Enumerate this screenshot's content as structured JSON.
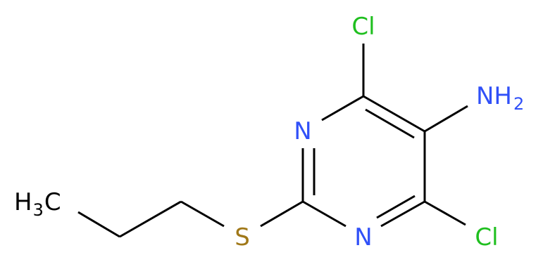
{
  "molecule": {
    "atoms": {
      "cl_top": {
        "label": "Cl",
        "color": "#1fbf1f"
      },
      "cl_bottom": {
        "label": "Cl",
        "color": "#1fbf1f"
      },
      "n_upper": {
        "label": "N",
        "color": "#3050f8"
      },
      "n_lower": {
        "label": "N",
        "color": "#3050f8"
      },
      "nh2": {
        "label": "NH",
        "subscript": "2",
        "color": "#3050f8"
      },
      "s": {
        "label": "S",
        "color": "#a07818"
      },
      "ch3": {
        "prefix": "H",
        "subscript": "3",
        "suffix": "C",
        "color": "#000000"
      }
    },
    "bond_color": "#000000"
  }
}
